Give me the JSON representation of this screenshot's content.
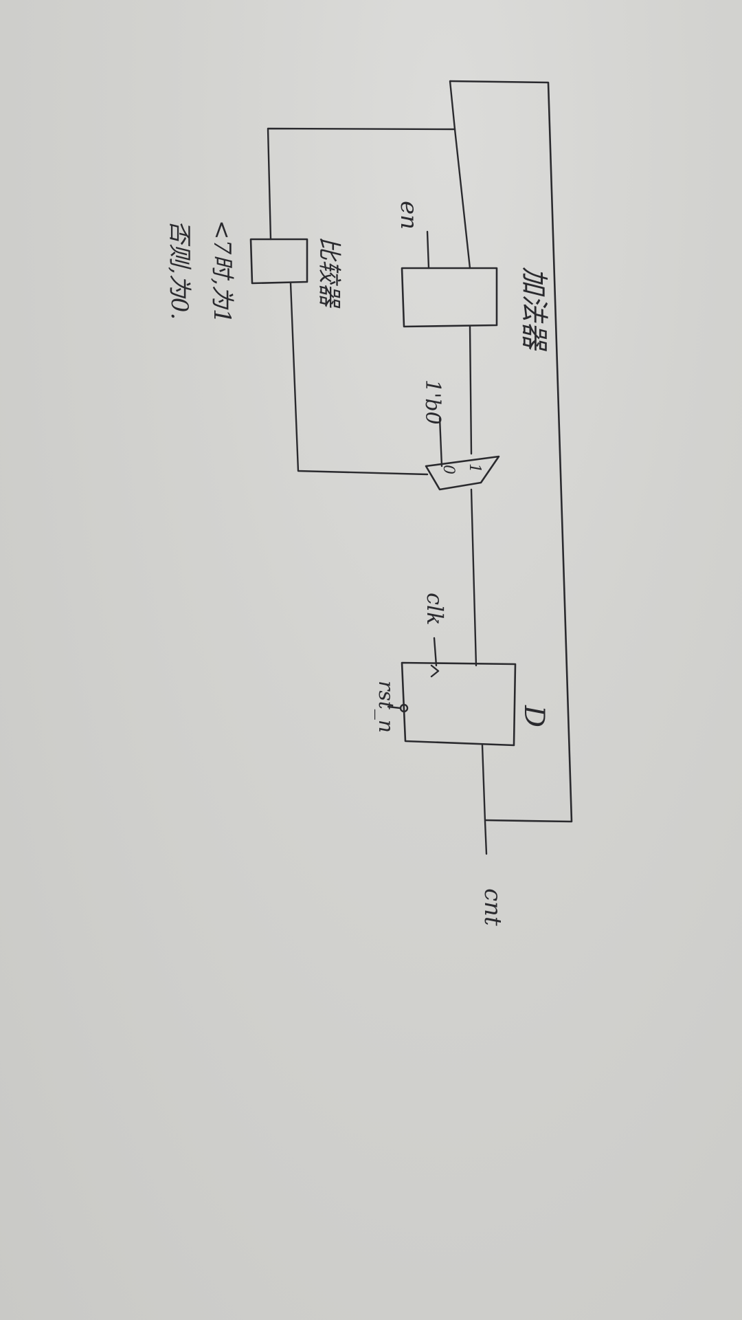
{
  "diagram": {
    "labels": {
      "adder": "加法器",
      "enable": "en",
      "comparator": "比较器",
      "note_line1": "<7时,为1",
      "note_line2": "否则,为0.",
      "const_value": "1'b0",
      "mux_in1": "1",
      "mux_in0": "0",
      "clock": "clk",
      "flipflop": "D",
      "reset": "rst_n",
      "output": "cnt"
    },
    "colors": {
      "paper": "#d3d3d0",
      "ink": "#2a2a2e"
    }
  }
}
